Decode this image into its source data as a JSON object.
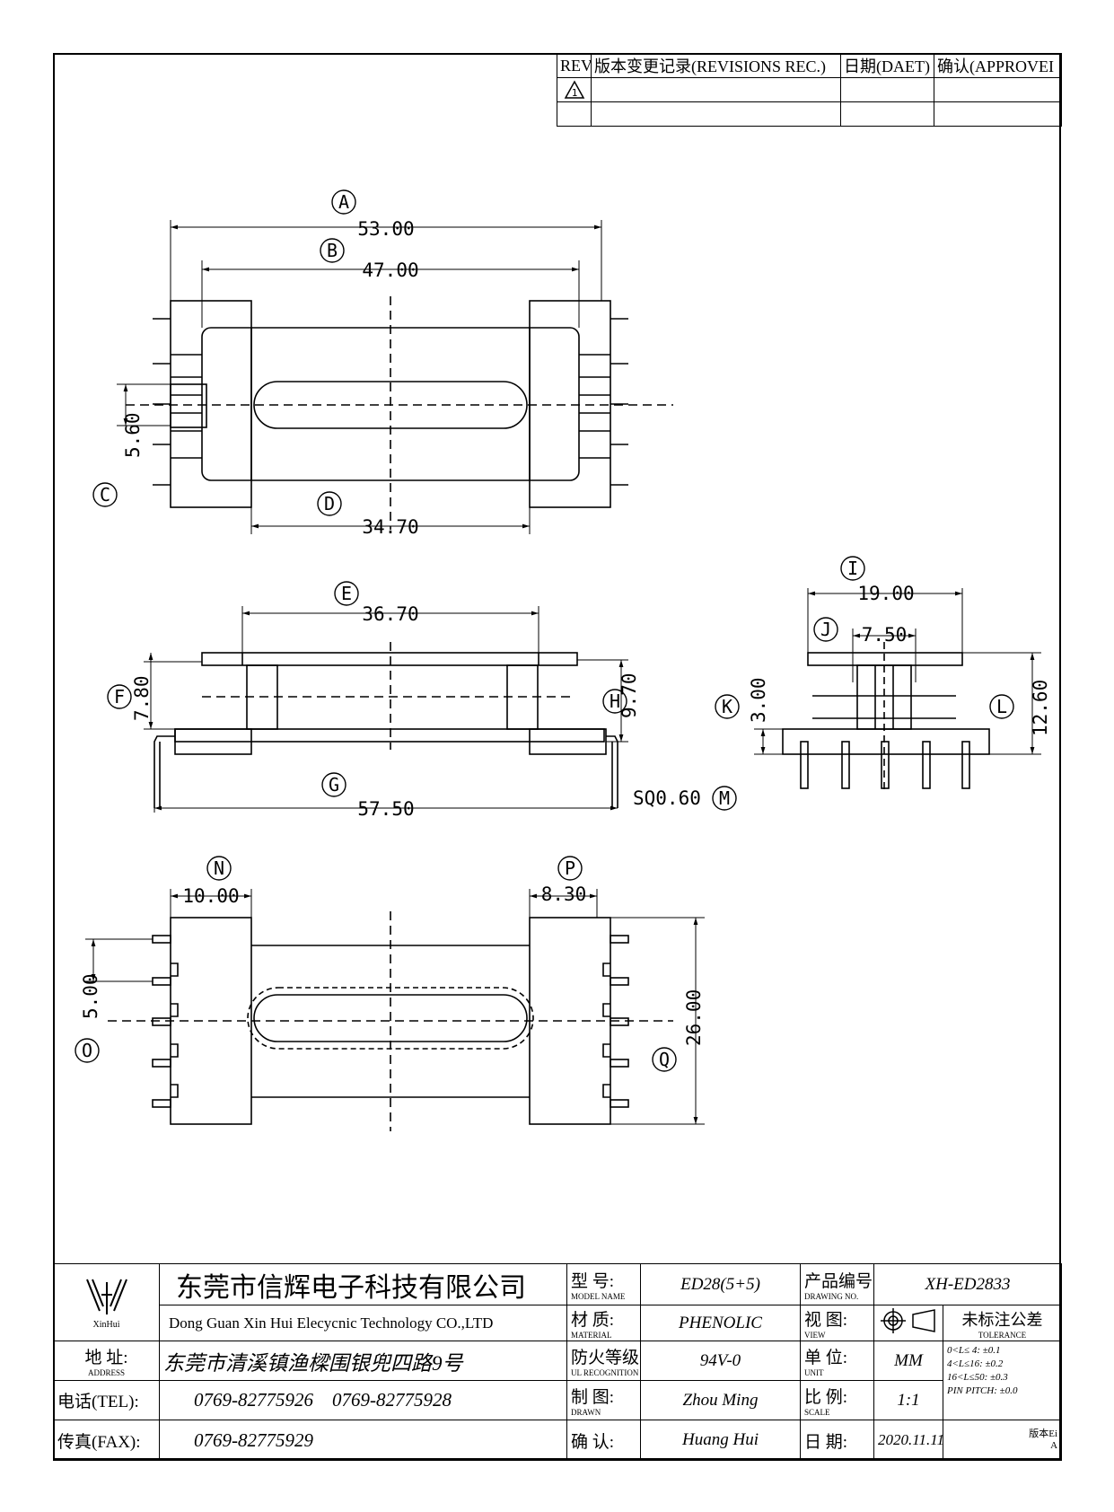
{
  "revisions": {
    "col_rev": "REV.",
    "col_record": "版本变更记录(REVISIONS REC.)",
    "col_date": "日期(DAET)",
    "col_approve": "确认(APPROVEI",
    "row1_mark": "1"
  },
  "top_view": {
    "A": {
      "label": "A",
      "value": "53.00"
    },
    "B": {
      "label": "B",
      "value": "47.00"
    },
    "C": {
      "label": "C",
      "value": "5.60"
    },
    "D": {
      "label": "D",
      "value": "34.70"
    }
  },
  "front_view": {
    "E": {
      "label": "E",
      "value": "36.70"
    },
    "F": {
      "label": "F",
      "value": "7.80"
    },
    "G": {
      "label": "G",
      "value": "57.50"
    },
    "H": {
      "label": "H",
      "value": "9.70"
    },
    "M": {
      "label": "M",
      "value": "SQ0.60"
    }
  },
  "side_view": {
    "I": {
      "label": "I",
      "value": "19.00"
    },
    "J": {
      "label": "J",
      "value": "7.50"
    },
    "K": {
      "label": "K",
      "value": "3.00"
    },
    "L": {
      "label": "L",
      "value": "12.60"
    }
  },
  "bottom_view": {
    "N": {
      "label": "N",
      "value": "10.00"
    },
    "P": {
      "label": "P",
      "value": "8.30"
    },
    "O": {
      "label": "O",
      "value": "5.00"
    },
    "Q": {
      "label": "Q",
      "value": "26.00"
    }
  },
  "title_block": {
    "company_cn": "东莞市信辉电子科技有限公司",
    "company_en": "Dong Guan Xin Hui Elecycnic Technology CO.,LTD",
    "logo_text": "XinHui",
    "address_label": "地 址:",
    "address_label_en": "ADDRESS",
    "address": "东莞市清溪镇渔樑围银兜四路9号",
    "tel_label": "电话(TEL):",
    "tel1": "0769-82775926",
    "tel2": "0769-82775928",
    "fax_label": "传真(FAX):",
    "fax": "0769-82775929",
    "model_label": "型 号:",
    "model_label_en": "MODEL NAME",
    "model": "ED28(5+5)",
    "material_label": "材 质:",
    "material_label_en": "MATERIAL",
    "material": "PHENOLIC",
    "ul_label": "防火等级:",
    "ul_label_en": "UL RECOGNITION",
    "ul": "94V-0",
    "drawn_label": "制 图:",
    "drawn_label_en": "DRAWN",
    "drawn": "Zhou Ming",
    "check_label": "确 认:",
    "check": "Huang Hui",
    "drawing_no_label": "产品编号:",
    "drawing_no_label_en": "DRAWING NO.",
    "drawing_no": "XH-ED2833",
    "view_label": "视 图:",
    "view_label_en": "VIEW",
    "unit_label": "单 位:",
    "unit_label_en": "UNIT",
    "unit": "MM",
    "scale_label": "比 例:",
    "scale_label_en": "SCALE",
    "scale": "1:1",
    "date_label": "日 期:",
    "date": "2020.11.11",
    "version_label": "版本Ei",
    "version": "A",
    "tolerance_label": "未标注公差",
    "tolerance_label_en": "TOLERANCE",
    "tolerances": [
      {
        "range": "0<L≤ 4:",
        "value": "±0.1"
      },
      {
        "range": "4<L≤16:",
        "value": "±0.2"
      },
      {
        "range": "16<L≤50:",
        "value": "±0.3"
      },
      {
        "range": "PIN PITCH:",
        "value": "±0.0"
      }
    ]
  }
}
